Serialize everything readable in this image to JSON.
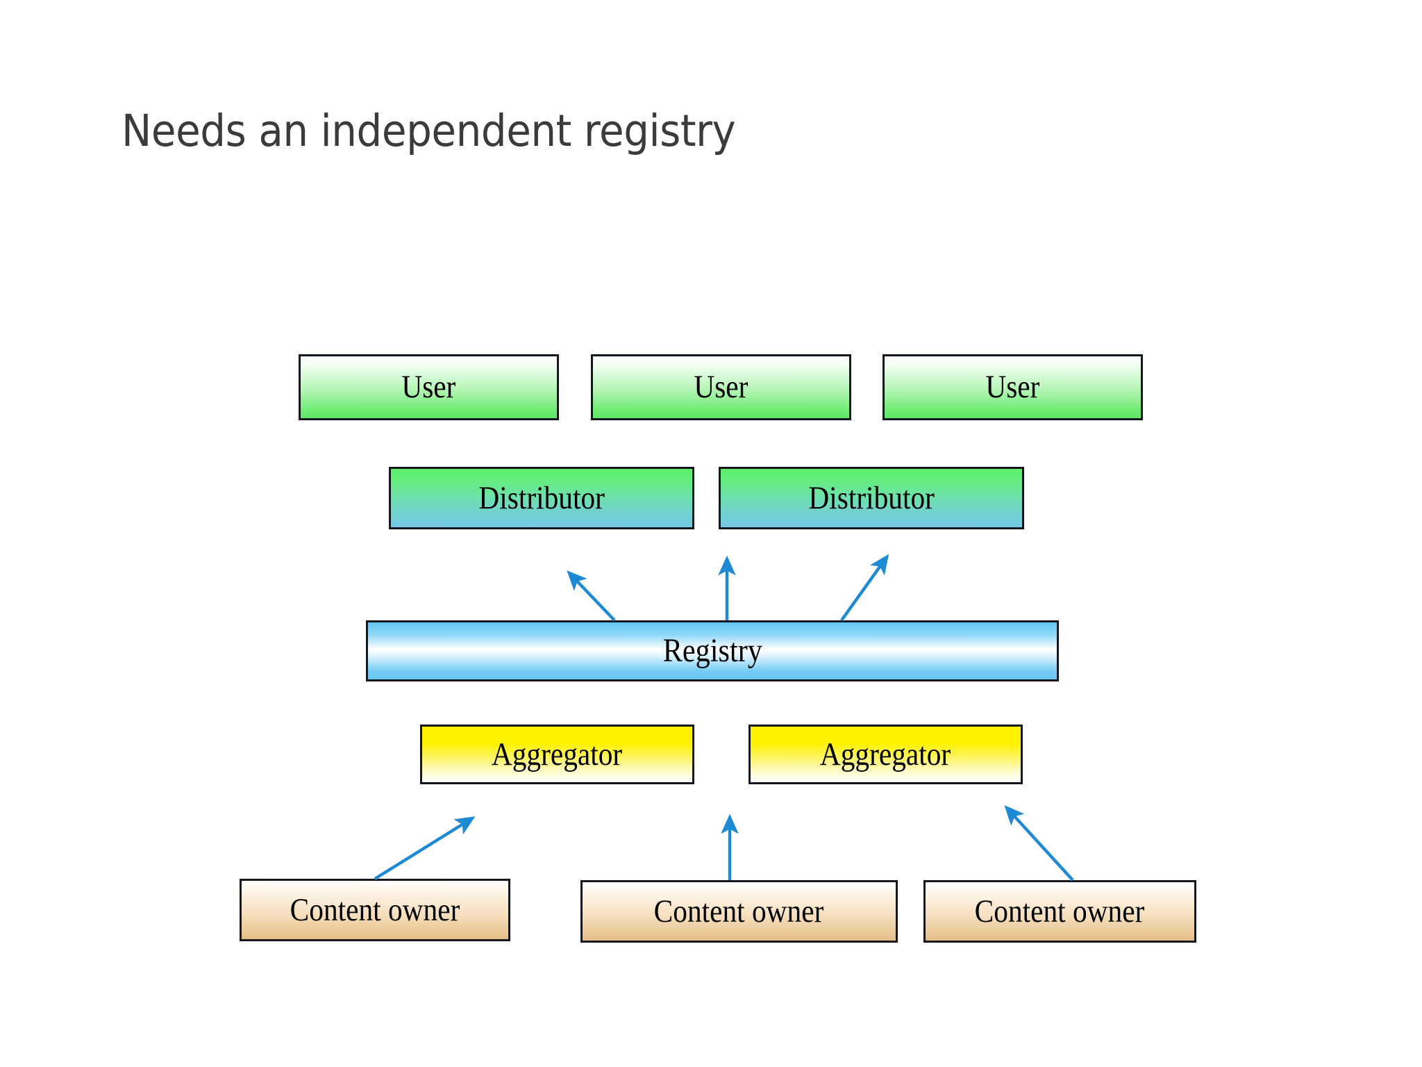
{
  "slide": {
    "title": "Needs an independent registry",
    "background_color": "#ffffff",
    "title_color": "#3b3b3b"
  },
  "palette": {
    "arrow_color": "#1f8ad4",
    "border_color": "#16161e",
    "user_fill_top": "#ffffff",
    "user_fill_bottom": "#5fe968",
    "distributor_fill_top": "#5ef06a",
    "distributor_fill_bottom": "#74c8e4",
    "registry_fill_edge": "#63c6f2",
    "registry_fill_center": "#ffffff",
    "aggregator_fill_top": "#fff200",
    "aggregator_fill_bottom": "#ffffff",
    "content_owner_fill_top": "#ffffff",
    "content_owner_fill_bottom": "#e5bd86"
  },
  "diagram": {
    "rows": [
      {
        "role": "user",
        "nodes": [
          {
            "label": "User"
          },
          {
            "label": "User"
          },
          {
            "label": "User"
          }
        ]
      },
      {
        "role": "distributor",
        "nodes": [
          {
            "label": "Distributor"
          },
          {
            "label": "Distributor"
          }
        ]
      },
      {
        "role": "registry",
        "nodes": [
          {
            "label": "Registry"
          }
        ]
      },
      {
        "role": "aggregator",
        "nodes": [
          {
            "label": "Aggregator"
          },
          {
            "label": "Aggregator"
          }
        ]
      },
      {
        "role": "content_owner",
        "nodes": [
          {
            "label": "Content owner"
          },
          {
            "label": "Content owner"
          },
          {
            "label": "Content owner"
          }
        ]
      }
    ],
    "connections": [
      {
        "from": "registry",
        "to": "distributor-1",
        "direction": "up"
      },
      {
        "from": "registry",
        "to": "distributor-2-left",
        "direction": "up"
      },
      {
        "from": "registry",
        "to": "distributor-2-right",
        "direction": "up"
      },
      {
        "from": "content-owner-1",
        "to": "aggregator-1",
        "direction": "up"
      },
      {
        "from": "content-owner-2",
        "to": "aggregator-2-left",
        "direction": "up"
      },
      {
        "from": "content-owner-3",
        "to": "aggregator-2-right",
        "direction": "up"
      }
    ]
  }
}
